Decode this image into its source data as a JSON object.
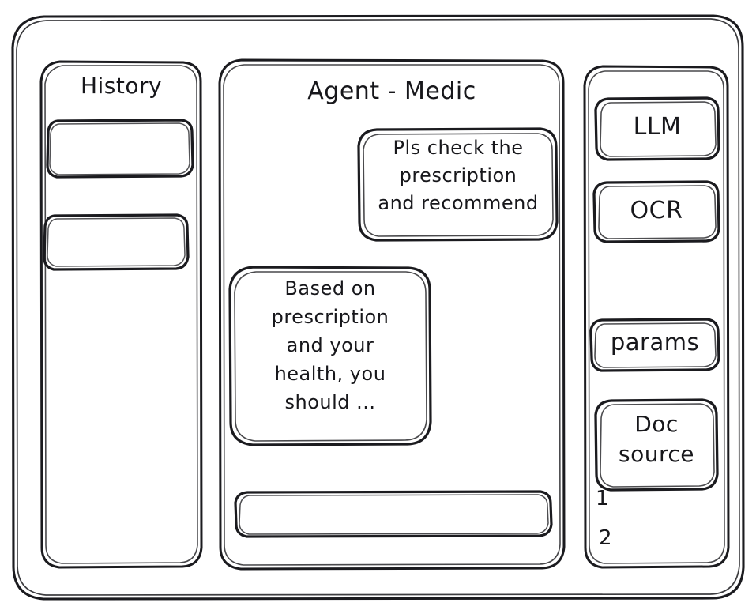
{
  "window": {
    "frame_name": "app-window"
  },
  "sidebar_left": {
    "title": "History",
    "items": [
      {
        "label": ""
      },
      {
        "label": ""
      }
    ]
  },
  "main": {
    "title": "Agent - Medic",
    "messages": [
      {
        "role": "user",
        "text": "Pls check the\nprescription\nand recommend"
      },
      {
        "role": "assistant",
        "text": "Based on\nprescription\nand your\nhealth, you\nshould ..."
      }
    ],
    "composer": {
      "value": "",
      "placeholder": ""
    }
  },
  "sidebar_right": {
    "tools": [
      {
        "label": "LLM"
      },
      {
        "label": "OCR"
      },
      {
        "label": "params"
      },
      {
        "label": "Doc\nsource"
      }
    ],
    "doc_refs": [
      {
        "label": "1"
      },
      {
        "label": "2"
      }
    ]
  },
  "style": {
    "stroke": "#1b1b1f",
    "background": "#ffffff"
  }
}
